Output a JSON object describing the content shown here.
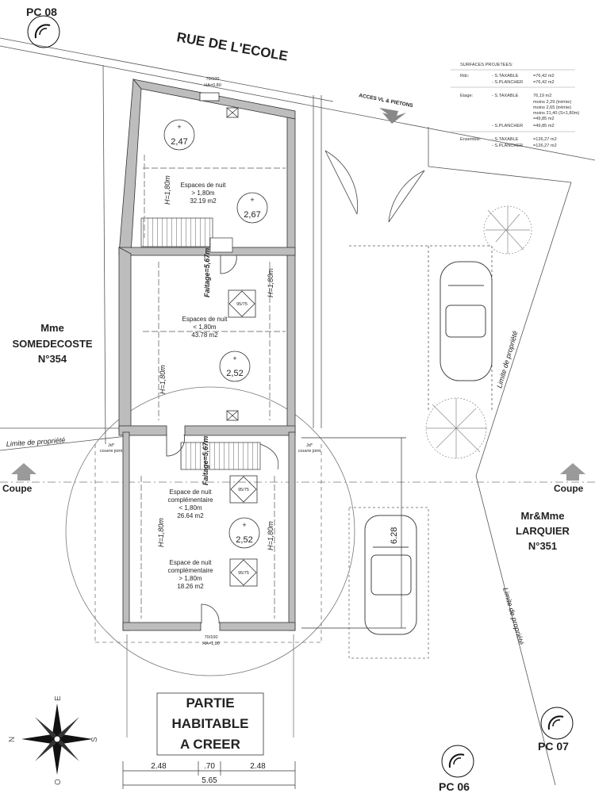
{
  "street": "RUE DE L'ECOLE",
  "access": "ACCES VL & PIETONS",
  "surfaces": {
    "title": "SURFACES PROJETEES:",
    "rows": [
      {
        "label": "Rdc:",
        "items": [
          [
            "- S.TAXABLE",
            "=76,42 m2"
          ],
          [
            "- S.PLANCHER",
            "=76,42 m2"
          ]
        ]
      },
      {
        "label": "Etage:",
        "items": [
          [
            "- S.TAXABLE",
            "76,19 m2"
          ],
          [
            "",
            "moins 2,29 (trémie)"
          ],
          [
            "",
            "moins 2,65 (trémie)"
          ],
          [
            "",
            "moins 21,40 (S<1,80m)"
          ],
          [
            "",
            "=49,85 m2"
          ],
          [
            "- S.PLANCHER",
            "=49,85 m2"
          ]
        ]
      },
      {
        "label": "Ensemble:",
        "items": [
          [
            "- S.TAXABLE",
            "=126,27 m2"
          ],
          [
            "- S.PLANCHER",
            "=126,27 m2"
          ]
        ]
      }
    ]
  },
  "pc": {
    "top_left": "PC 08",
    "bottom_right": "PC 07",
    "bottom_center": "PC 06"
  },
  "neighbors": {
    "left": {
      "line1": "Mme",
      "line2": "SOMEDECOSTE",
      "line3": "N°354"
    },
    "right": {
      "line1": "Mr&Mme",
      "line2": "LARQUIER",
      "line3": "N°351"
    }
  },
  "limits": {
    "left": "Limite de propriété",
    "right_top": "Limite de propriété",
    "right_bottom": "Limite de propriété"
  },
  "coupe": {
    "left": "Coupe",
    "right": "Coupe"
  },
  "rooms": {
    "room1": {
      "title": "Espaces de nuit",
      "size": "> 1,80m",
      "area": "32.19 m2"
    },
    "room2": {
      "title": "Espaces de nuit",
      "size": "< 1,80m",
      "area": "43.78 m2"
    },
    "room3": {
      "title": "Espace de nuit",
      "title2": "complémentaire",
      "size": "< 1,80m",
      "area": "26.64 m2"
    },
    "room4": {
      "title": "Espace de nuit",
      "title2": "complémentaire",
      "size": "> 1,80m",
      "area": "18.26 m2"
    }
  },
  "elevations": {
    "e1": "2,47",
    "e2": "2,67",
    "e3": "2,52",
    "e4": "2,52"
  },
  "heights": {
    "h1": "H=1,80m",
    "h2": "H=1,80m",
    "h3": "H=1,80m",
    "h4": "H=1,80m",
    "h5": "H=1,80m"
  },
  "faitage": {
    "f1": "Faitage=5,67m",
    "f2": "Faitage=5,67m"
  },
  "windows": {
    "top": "70/100",
    "top_ha": "HA=0,80",
    "bottom": "70/100",
    "bottom_ha": "HA=1,90",
    "sky1": "95/75",
    "sky2": "95/75",
    "sky3": "95/75"
  },
  "joints": {
    "left": "Jd*",
    "left2": "couvre joint",
    "right": "Jd*",
    "right2": "couvre joint"
  },
  "dimensions": {
    "d1": "2.48",
    "d2": ".70",
    "d3": "2.48",
    "total": "5.65",
    "vertical": "6.28"
  },
  "habitable": {
    "line1": "PARTIE",
    "line2": "HABITABLE",
    "line3": "A CREER"
  },
  "compass": {
    "n": "N",
    "e": "E",
    "s": "S",
    "o": "O"
  },
  "colors": {
    "wall": "#bdbdbd",
    "line": "#333333",
    "hatch": "#9a9a9a"
  }
}
